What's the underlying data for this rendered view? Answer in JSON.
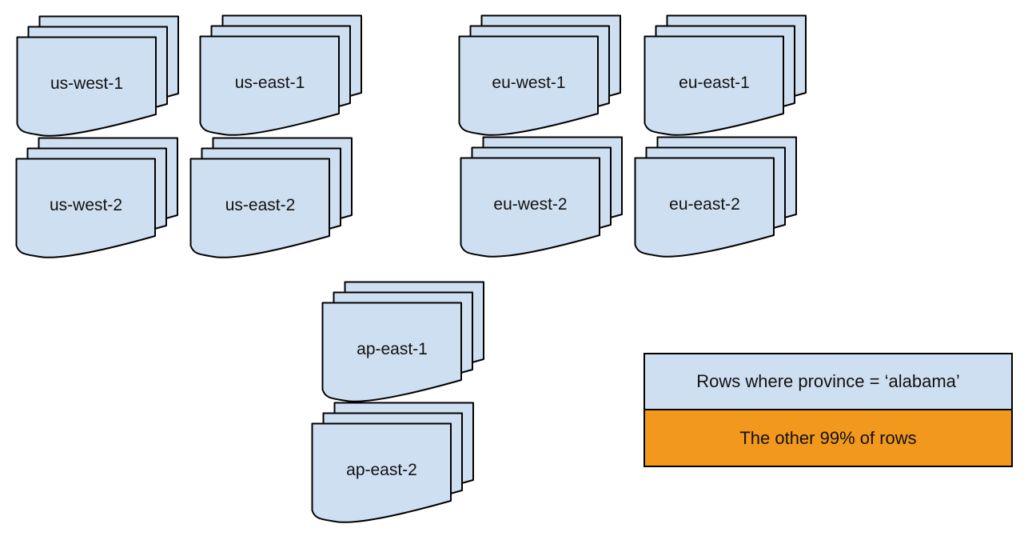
{
  "diagram": {
    "title_hint": "data partitioned across regions",
    "colors": {
      "background": "#ffffff",
      "region_fill": "#cfdff2",
      "highlight_fill": "#f2981d",
      "stroke": "#000000",
      "text": "#111111"
    },
    "stacks": [
      {
        "label": "us-west-1",
        "highlighted": false
      },
      {
        "label": "us-east-1",
        "highlighted": true
      },
      {
        "label": "eu-west-1",
        "highlighted": false
      },
      {
        "label": "eu-east-1",
        "highlighted": false
      },
      {
        "label": "us-west-2",
        "highlighted": false
      },
      {
        "label": "us-east-2",
        "highlighted": false
      },
      {
        "label": "eu-west-2",
        "highlighted": false
      },
      {
        "label": "eu-east-2",
        "highlighted": false
      },
      {
        "label": "ap-east-1",
        "highlighted": false
      },
      {
        "label": "ap-east-2",
        "highlighted": false
      }
    ],
    "legend": {
      "items": [
        {
          "label": "Rows where province = ‘alabama’",
          "color": "#cfdff2"
        },
        {
          "label": "The other 99% of rows",
          "color": "#f2981d"
        }
      ]
    }
  }
}
